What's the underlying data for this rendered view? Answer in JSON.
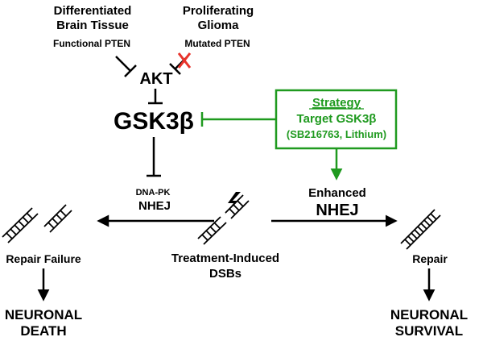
{
  "nodes": {
    "differentiated_line1": "Differentiated",
    "differentiated_line2": "Brain Tissue",
    "functional_pten": "Functional PTEN",
    "proliferating_line1": "Proliferating",
    "proliferating_line2": "Glioma",
    "mutated_pten": "Mutated PTEN",
    "akt": "AKT",
    "gsk3b": "GSK3β",
    "dnapk": "DNA-PK",
    "nhej": "NHEJ",
    "enhanced": "Enhanced",
    "enhanced_nhej": "NHEJ",
    "repair_failure": "Repair Failure",
    "repair": "Repair",
    "dsb_line1": "Treatment-Induced",
    "dsb_line2": "DSBs",
    "death_line1": "NEURONAL",
    "death_line2": "DEATH",
    "survival_line1": "NEURONAL",
    "survival_line2": "SURVIVAL"
  },
  "strategy": {
    "title": "Strategy",
    "target": "Target GSK3β",
    "agents": "(SB216763, Lithium)"
  },
  "colors": {
    "green": "#1f9a1f",
    "red_x": "#e8332b",
    "black": "#000000"
  }
}
